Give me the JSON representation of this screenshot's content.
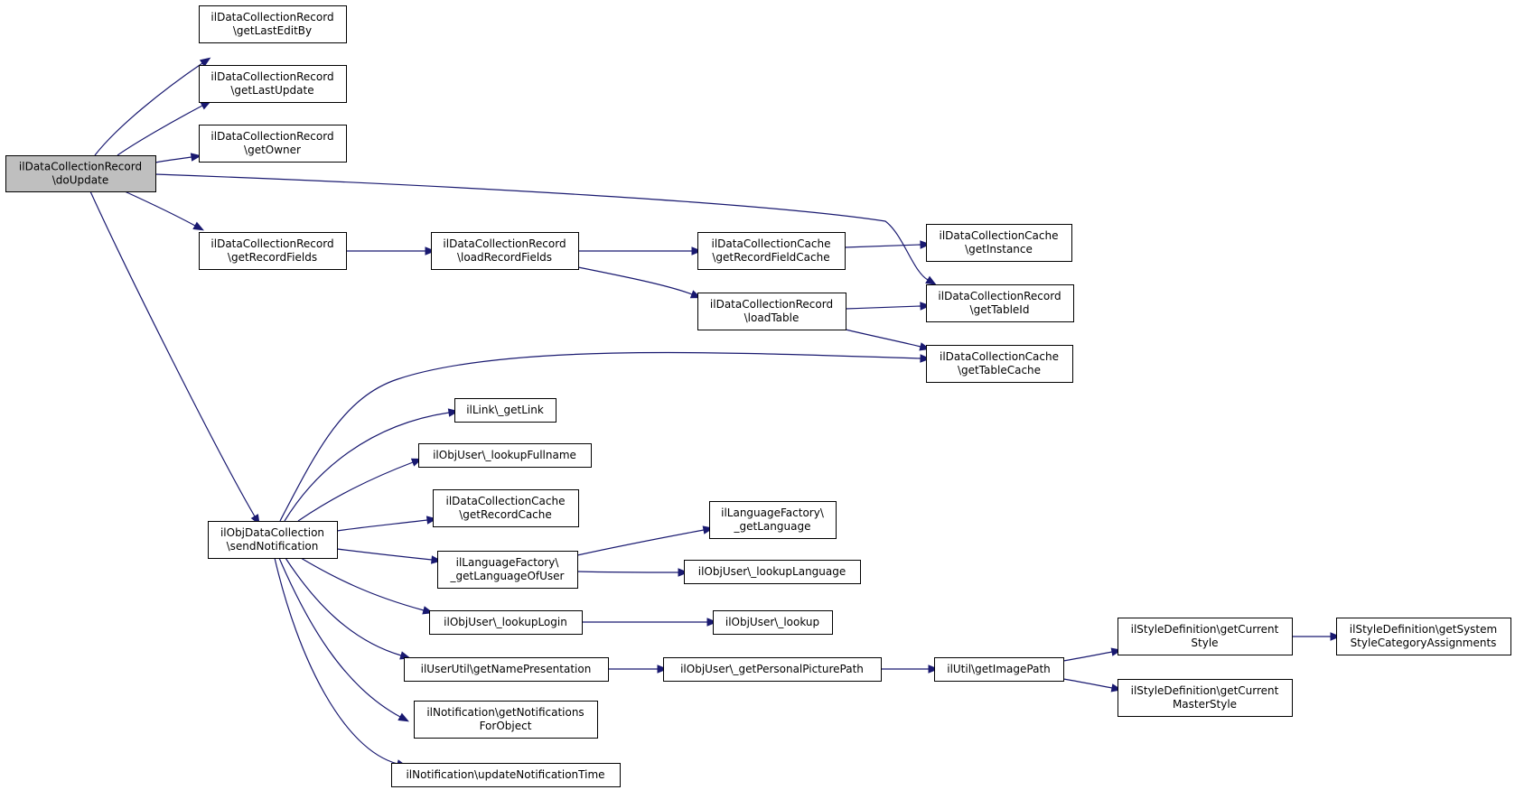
{
  "nodes": [
    {
      "id": "doUpdate",
      "lines": [
        "ilDataCollectionRecord",
        "\\doUpdate"
      ],
      "root": true
    },
    {
      "id": "getLastEditBy",
      "lines": [
        "ilDataCollectionRecord",
        "\\getLastEditBy"
      ]
    },
    {
      "id": "getLastUpdate",
      "lines": [
        "ilDataCollectionRecord",
        "\\getLastUpdate"
      ]
    },
    {
      "id": "getOwner",
      "lines": [
        "ilDataCollectionRecord",
        "\\getOwner"
      ]
    },
    {
      "id": "getRecordFields",
      "lines": [
        "ilDataCollectionRecord",
        "\\getRecordFields"
      ]
    },
    {
      "id": "loadRecordFields",
      "lines": [
        "ilDataCollectionRecord",
        "\\loadRecordFields"
      ]
    },
    {
      "id": "getRecordFieldCache",
      "lines": [
        "ilDataCollectionCache",
        "\\getRecordFieldCache"
      ]
    },
    {
      "id": "getInstance",
      "lines": [
        "ilDataCollectionCache",
        "\\getInstance"
      ]
    },
    {
      "id": "loadTable",
      "lines": [
        "ilDataCollectionRecord",
        "\\loadTable"
      ]
    },
    {
      "id": "getTableId",
      "lines": [
        "ilDataCollectionRecord",
        "\\getTableId"
      ]
    },
    {
      "id": "getTableCache",
      "lines": [
        "ilDataCollectionCache",
        "\\getTableCache"
      ]
    },
    {
      "id": "getLink",
      "lines": [
        "ilLink\\_getLink"
      ]
    },
    {
      "id": "lookupFullname",
      "lines": [
        "ilObjUser\\_lookupFullname"
      ]
    },
    {
      "id": "getRecordCache",
      "lines": [
        "ilDataCollectionCache",
        "\\getRecordCache"
      ]
    },
    {
      "id": "sendNotification",
      "lines": [
        "ilObjDataCollection",
        "\\sendNotification"
      ]
    },
    {
      "id": "getLanguage",
      "lines": [
        "ilLanguageFactory\\",
        "_getLanguage"
      ]
    },
    {
      "id": "getLanguageOfUser",
      "lines": [
        "ilLanguageFactory\\",
        "_getLanguageOfUser"
      ]
    },
    {
      "id": "lookupLanguage",
      "lines": [
        "ilObjUser\\_lookupLanguage"
      ]
    },
    {
      "id": "lookupLogin",
      "lines": [
        "ilObjUser\\_lookupLogin"
      ]
    },
    {
      "id": "lookup",
      "lines": [
        "ilObjUser\\_lookup"
      ]
    },
    {
      "id": "getNamePresentation",
      "lines": [
        "ilUserUtil\\getNamePresentation"
      ]
    },
    {
      "id": "getPersonalPicturePath",
      "lines": [
        "ilObjUser\\_getPersonalPicturePath"
      ]
    },
    {
      "id": "getImagePath",
      "lines": [
        "ilUtil\\getImagePath"
      ]
    },
    {
      "id": "getCurrentStyle",
      "lines": [
        "ilStyleDefinition\\getCurrent",
        "Style"
      ]
    },
    {
      "id": "getSystemStyleCategoryAssignments",
      "lines": [
        "ilStyleDefinition\\getSystem",
        "StyleCategoryAssignments"
      ]
    },
    {
      "id": "getCurrentMasterStyle",
      "lines": [
        "ilStyleDefinition\\getCurrent",
        "MasterStyle"
      ]
    },
    {
      "id": "getNotificationsForObject",
      "lines": [
        "ilNotification\\getNotifications",
        "ForObject"
      ]
    },
    {
      "id": "updateNotificationTime",
      "lines": [
        "ilNotification\\updateNotificationTime"
      ]
    }
  ],
  "edges": [
    {
      "from": "doUpdate",
      "to": "getLastEditBy"
    },
    {
      "from": "doUpdate",
      "to": "getLastUpdate"
    },
    {
      "from": "doUpdate",
      "to": "getOwner"
    },
    {
      "from": "doUpdate",
      "to": "getTableId"
    },
    {
      "from": "doUpdate",
      "to": "getRecordFields"
    },
    {
      "from": "doUpdate",
      "to": "sendNotification"
    },
    {
      "from": "getRecordFields",
      "to": "loadRecordFields"
    },
    {
      "from": "loadRecordFields",
      "to": "getRecordFieldCache"
    },
    {
      "from": "loadRecordFields",
      "to": "loadTable"
    },
    {
      "from": "getRecordFieldCache",
      "to": "getInstance"
    },
    {
      "from": "loadTable",
      "to": "getTableId"
    },
    {
      "from": "loadTable",
      "to": "getTableCache"
    },
    {
      "from": "sendNotification",
      "to": "getTableCache"
    },
    {
      "from": "sendNotification",
      "to": "getLink"
    },
    {
      "from": "sendNotification",
      "to": "lookupFullname"
    },
    {
      "from": "sendNotification",
      "to": "getRecordCache"
    },
    {
      "from": "sendNotification",
      "to": "getLanguageOfUser"
    },
    {
      "from": "sendNotification",
      "to": "lookupLogin"
    },
    {
      "from": "sendNotification",
      "to": "getNamePresentation"
    },
    {
      "from": "sendNotification",
      "to": "getNotificationsForObject"
    },
    {
      "from": "sendNotification",
      "to": "updateNotificationTime"
    },
    {
      "from": "getLanguageOfUser",
      "to": "getLanguage"
    },
    {
      "from": "getLanguageOfUser",
      "to": "lookupLanguage"
    },
    {
      "from": "lookupLogin",
      "to": "lookup"
    },
    {
      "from": "getNamePresentation",
      "to": "getPersonalPicturePath"
    },
    {
      "from": "getPersonalPicturePath",
      "to": "getImagePath"
    },
    {
      "from": "getImagePath",
      "to": "getCurrentStyle"
    },
    {
      "from": "getImagePath",
      "to": "getCurrentMasterStyle"
    },
    {
      "from": "getCurrentStyle",
      "to": "getSystemStyleCategoryAssignments"
    }
  ],
  "colors": {
    "edge": "#191970",
    "root_fill": "#bfbfbf",
    "node_fill": "#ffffff",
    "node_stroke": "#000000"
  }
}
